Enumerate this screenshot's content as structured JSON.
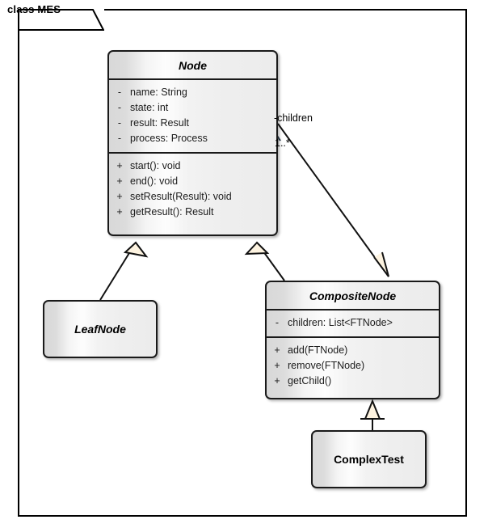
{
  "diagram": {
    "kind": "uml-class-diagram",
    "frame": {
      "label": "class MES",
      "keyword": "class",
      "name": "MES"
    },
    "colors": {
      "frame_border": "#000000",
      "box_border": "#1a1a1a",
      "box_fill_light": "#fdfdfd",
      "box_fill_gray": "#e4e4e4",
      "arrowhead_fill": "#fdf3e0",
      "line": "#111111",
      "text": "#000000",
      "background": "#ffffff"
    },
    "classes": [
      {
        "id": "node",
        "name": "Node",
        "stereotype": "abstract",
        "attributes": [
          {
            "visibility": "-",
            "signature": "name: String"
          },
          {
            "visibility": "-",
            "signature": "state: int"
          },
          {
            "visibility": "-",
            "signature": "result: Result"
          },
          {
            "visibility": "-",
            "signature": "process: Process"
          }
        ],
        "operations": [
          {
            "visibility": "+",
            "signature": "start(): void"
          },
          {
            "visibility": "+",
            "signature": "end(): void"
          },
          {
            "visibility": "+",
            "signature": "setResult(Result): void"
          },
          {
            "visibility": "+",
            "signature": "getResult(): Result"
          }
        ]
      },
      {
        "id": "compositenode",
        "name": "CompositeNode",
        "stereotype": "abstract",
        "attributes": [
          {
            "visibility": "-",
            "signature": "children: List<FTNode>"
          }
        ],
        "operations": [
          {
            "visibility": "+",
            "signature": "add(FTNode)"
          },
          {
            "visibility": "+",
            "signature": "remove(FTNode)"
          },
          {
            "visibility": "+",
            "signature": "getChild()"
          }
        ]
      },
      {
        "id": "leafnode",
        "name": "LeafNode",
        "stereotype": "abstract",
        "attributes": [],
        "operations": []
      },
      {
        "id": "complextest",
        "name": "ComplexTest",
        "stereotype": "concrete",
        "attributes": [],
        "operations": []
      }
    ],
    "relationships": [
      {
        "id": "assoc-children",
        "type": "association",
        "from": "compositenode",
        "to": "node",
        "role_label": "-children",
        "multiplicity": "1..*"
      },
      {
        "id": "gen-leafnode",
        "type": "generalization",
        "from": "leafnode",
        "to": "node"
      },
      {
        "id": "gen-compositenode",
        "type": "generalization",
        "from": "compositenode",
        "to": "node"
      },
      {
        "id": "gen-complextest",
        "type": "generalization",
        "from": "complextest",
        "to": "compositenode"
      }
    ]
  }
}
